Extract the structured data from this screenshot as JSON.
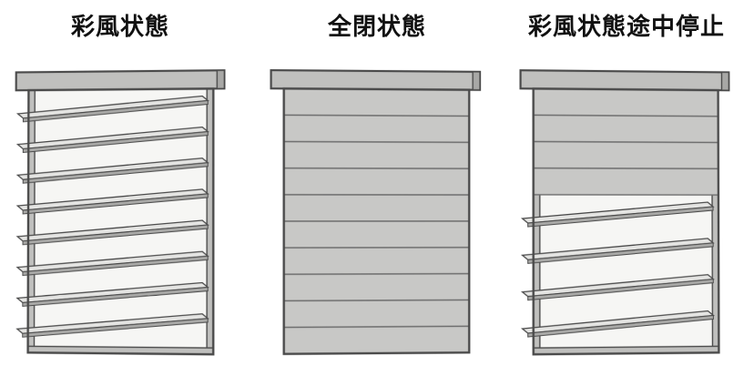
{
  "panels": [
    {
      "label": "彩風状態",
      "state": "louvers-open",
      "open_slats": 8,
      "closed_slats": 0
    },
    {
      "label": "全閉状態",
      "state": "fully-closed",
      "open_slats": 0,
      "closed_slats": 10
    },
    {
      "label": "彩風状態途中停止",
      "state": "partially-open-stopped-midway",
      "open_slats": 4,
      "closed_slats": 4
    }
  ],
  "colors": {
    "background": "#ffffff",
    "label_text": "#111111",
    "frame": "#c0c0be",
    "frame_cap": "#a8a8a6",
    "interior": "#f6f6f4",
    "slat_closed": "#c8c8c6",
    "blade_top": "#e4e4e2",
    "blade_edge": "#a9a9a7",
    "outline": "#4a4a4a"
  }
}
